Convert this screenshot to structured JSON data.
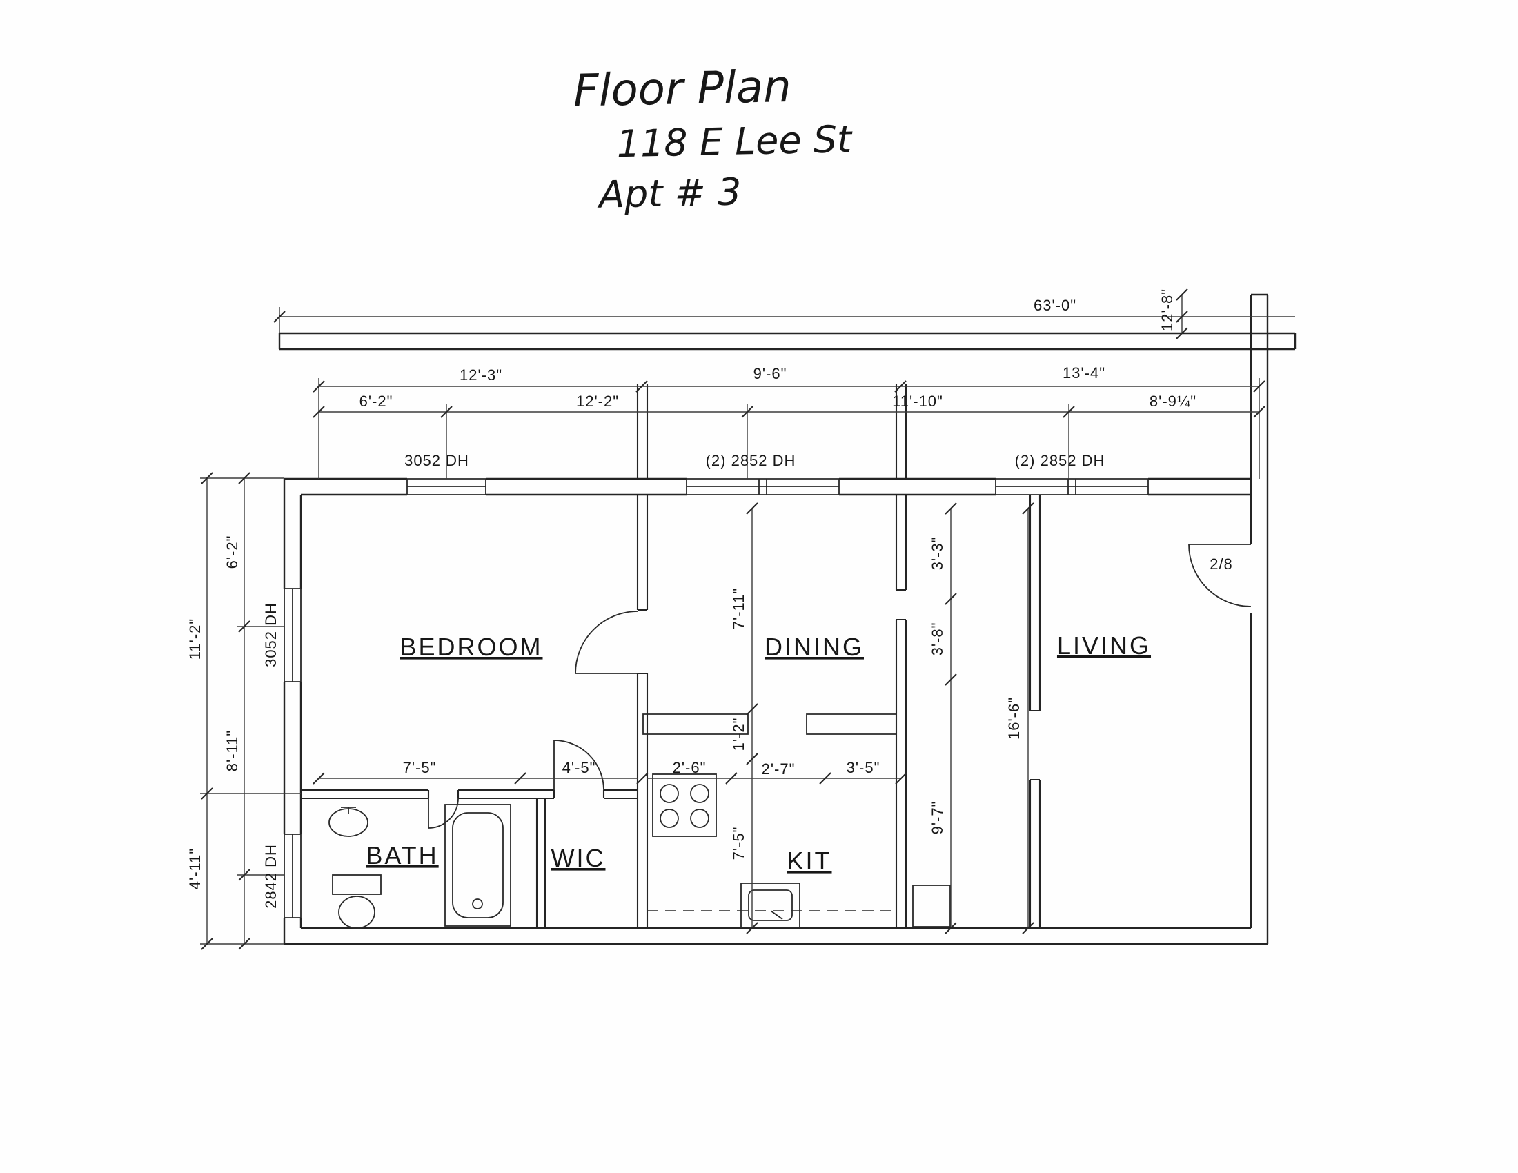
{
  "title": {
    "line1": "Floor Plan",
    "line2": "118 E Lee St",
    "line3": "Apt # 3"
  },
  "rooms": {
    "bedroom": "BEDROOM",
    "dining": "DINING",
    "living": "LIVING",
    "bath": "BATH",
    "wic": "WIC",
    "kitchen": "KIT"
  },
  "dims": {
    "overall": "63'-0\"",
    "vert_right": "12'-8\"",
    "row2": {
      "a": "12'-3\"",
      "b": "9'-6\"",
      "c": "13'-4\""
    },
    "row3": {
      "a": "6'-2\"",
      "b": "12'-2\"",
      "c": "11'-10\"",
      "d": "8'-9¼\""
    },
    "left": {
      "outer_a": "11'-2\"",
      "outer_b": "4'-11\"",
      "inner_a": "6'-2\"",
      "inner_b": "8'-11\""
    },
    "interior": {
      "dining_height": "7'-11\"",
      "wall_seg_a": "3'-3\"",
      "wall_seg_b": "3'-8\"",
      "counter_depth": "1'-2\"",
      "living_height": "16'-6\"",
      "bath_width": "7'-5\"",
      "wic_width": "4'-5\"",
      "stove_width": "2'-6\"",
      "kit_gap": "2'-7\"",
      "counter_width": "3'-5\"",
      "kit_height": "7'-5\"",
      "kit_length": "9'-7\""
    }
  },
  "windows": {
    "top1": "3052 DH",
    "top2": "(2) 2852 DH",
    "top3": "(2) 2852 DH",
    "left_upper": "3052 DH",
    "left_lower": "2842 DH"
  },
  "doors": {
    "entry": "2/8"
  }
}
